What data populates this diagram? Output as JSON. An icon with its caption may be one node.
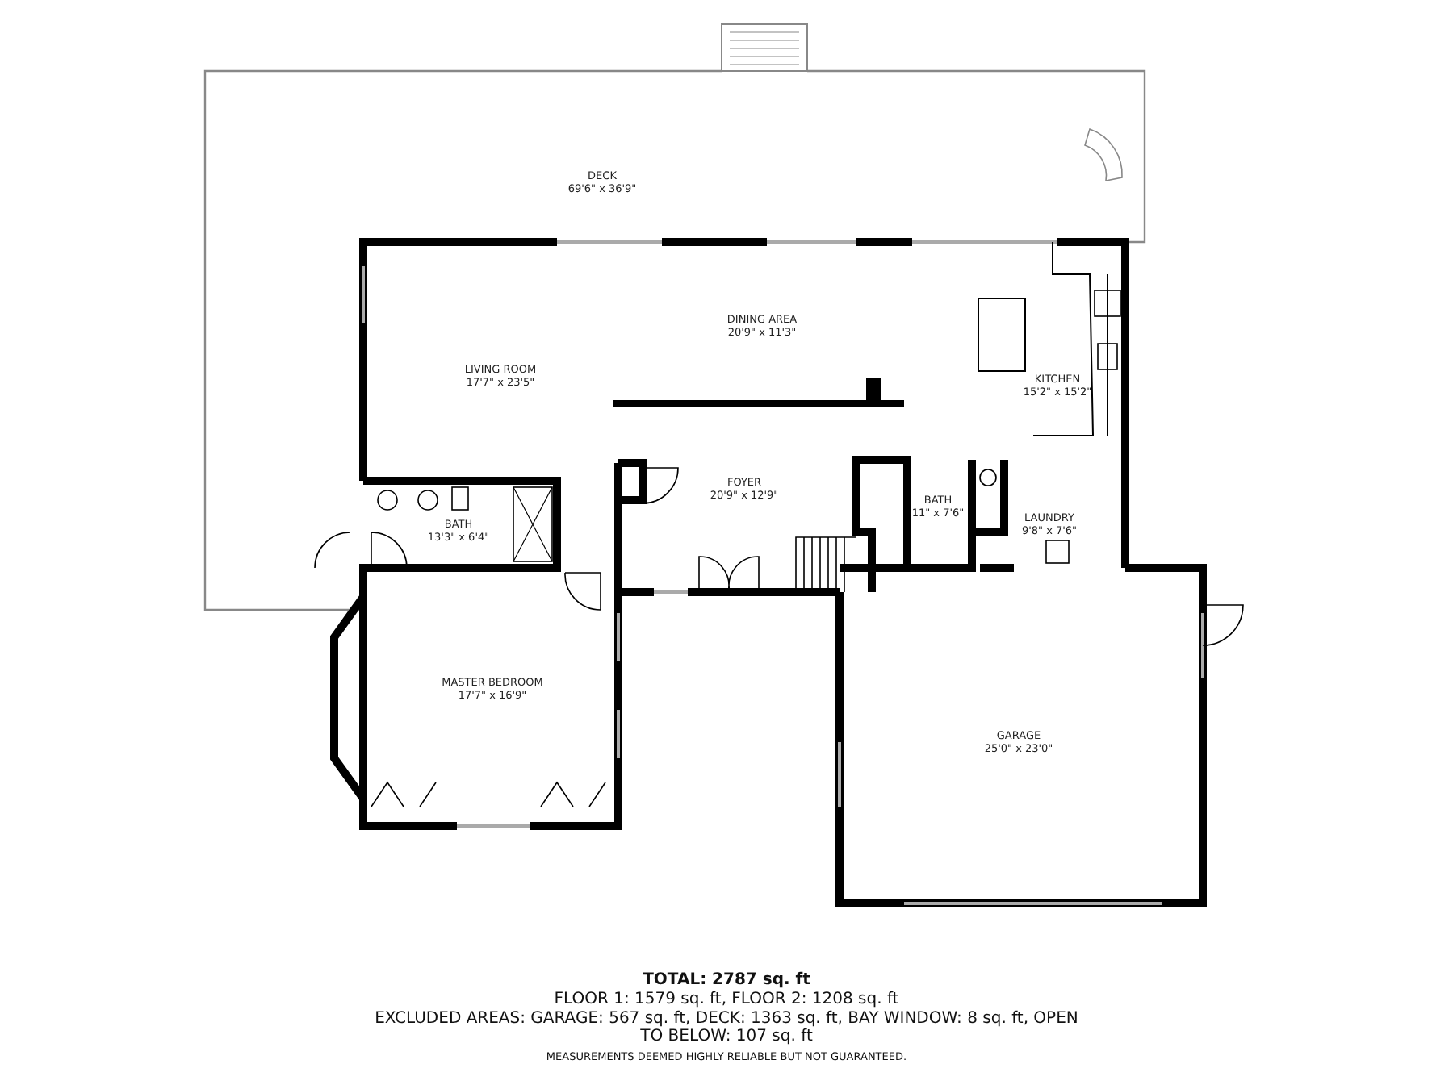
{
  "diagram": {
    "labels": [
      "DECK",
      "69'6\" x 36'9\"",
      "DINING AREA",
      "20'9\" x 11'3\"",
      "LIVING ROOM",
      "17'7\" x 23'5\"",
      "KITCHEN",
      "15'2\" x 15'2\"",
      "BATH",
      "13'3\" x 6'4\"",
      "FOYER",
      "20'9\" x 12'9\"",
      "BATH",
      "11\" x 7'6\"",
      "LAUNDRY",
      "9'8\" x 7'6\"",
      "MASTER BEDROOM",
      "17'7\" x 16'9\"",
      "GARAGE",
      "25'0\" x 23'0\"",
      "TOTAL: 2787 sq. ft",
      "FLOOR 1: 1579 sq. ft, FLOOR 2: 1208 sq. ft",
      "EXCLUDED AREAS: GARAGE: 567 sq. ft, DECK: 1363 sq. ft, BAY WINDOW: 8 sq. ft, OPEN TO BELOW: 107 sq. ft",
      "MEASUREMENTS DEEMED HIGHLY RELIABLE BUT NOT GUARANTEED."
    ]
  }
}
